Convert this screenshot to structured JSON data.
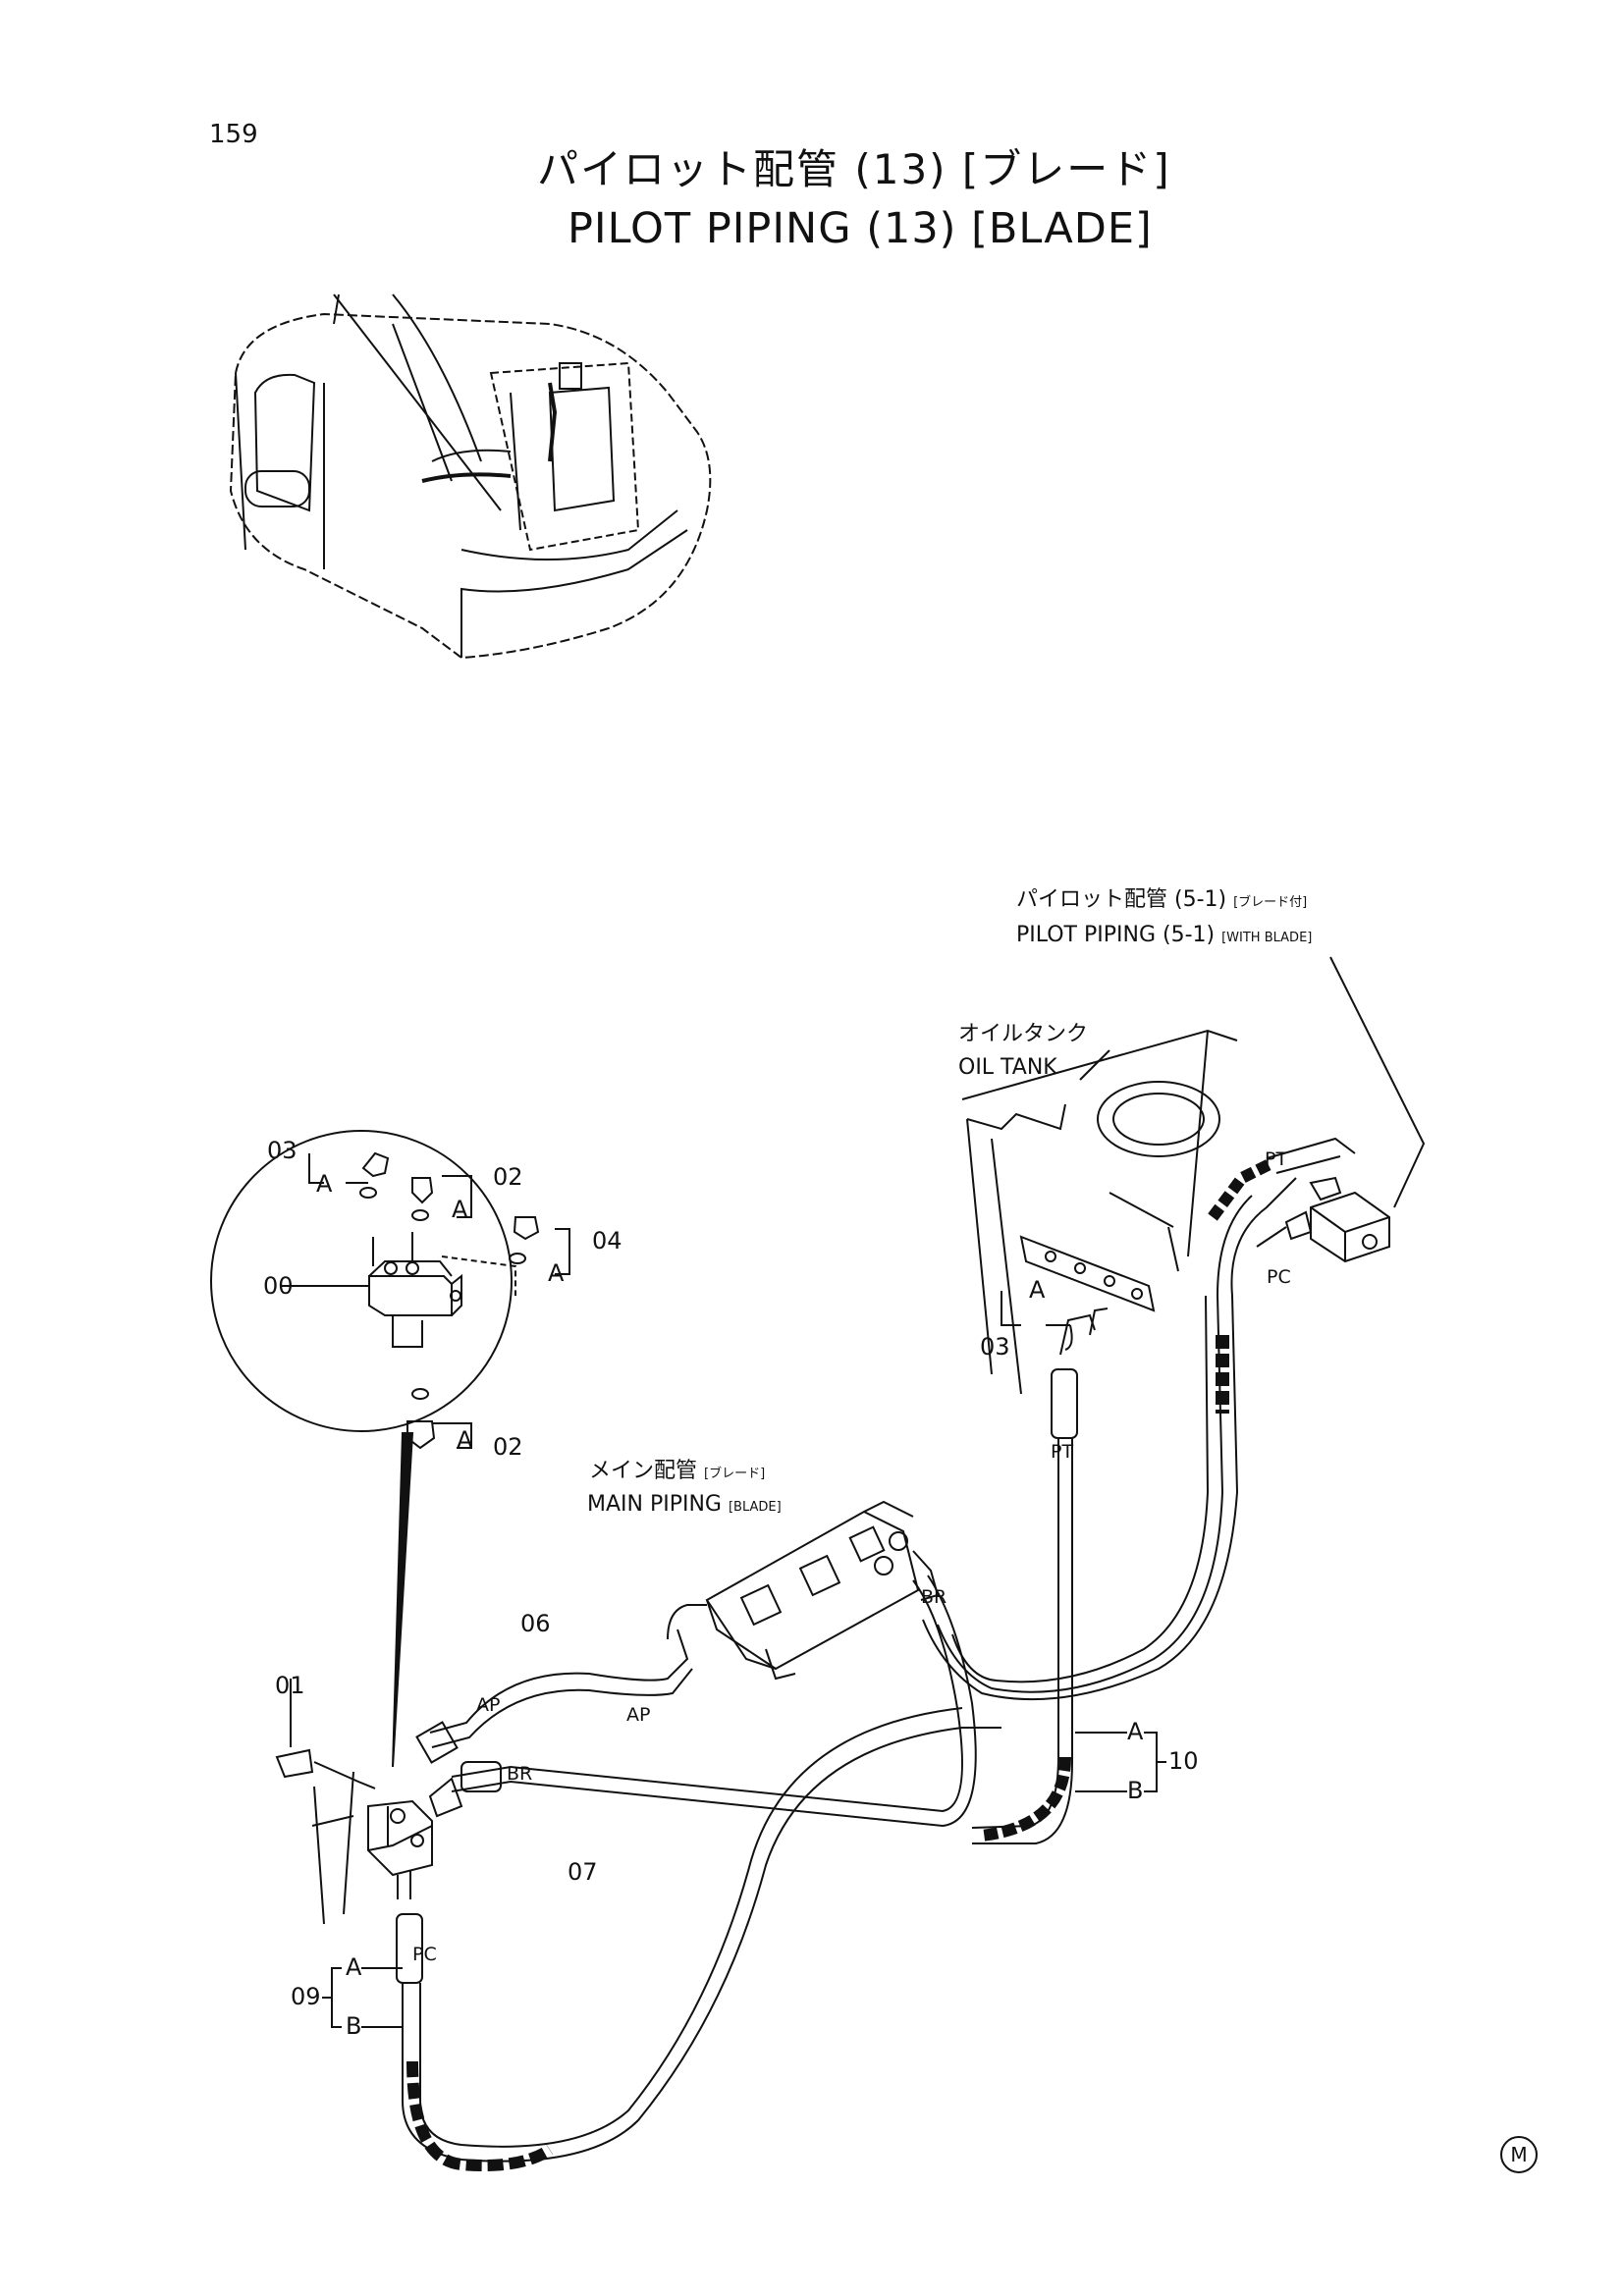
{
  "page_number": "159",
  "title": {
    "jp": "パイロット配管 (13) [ブレード]",
    "en": "PILOT PIPING (13) [BLADE]"
  },
  "callouts": {
    "pilot_piping_5_1": {
      "jp": "パイロット配管 (5-1)",
      "jp_note": "[ブレード付]",
      "en": "PILOT PIPING (5-1)",
      "en_note": "[WITH BLADE]"
    },
    "oil_tank": {
      "jp": "オイルタンク",
      "en": "OIL TANK"
    },
    "main_piping": {
      "jp": "メイン配管",
      "jp_note": "[ブレード]",
      "en": "MAIN PIPING",
      "en_note": "[BLADE]"
    }
  },
  "part_numbers": {
    "p00": "00",
    "p01": "01",
    "p02a": "02",
    "p02b": "02",
    "p03a": "03",
    "p03b": "03",
    "p04": "04",
    "p06": "06",
    "p07": "07",
    "p09": "09",
    "p10": "10"
  },
  "port_tags": {
    "ap1": "AP",
    "ap2": "AP",
    "br1": "BR",
    "br2": "BR",
    "pc1": "PC",
    "pc2": "PC",
    "pt1": "PT",
    "pt2": "PT"
  },
  "letters": {
    "a1": "A",
    "a2": "A",
    "a3": "A",
    "a4": "A",
    "a5": "A",
    "a6": "A",
    "a7": "A",
    "b1": "B",
    "b2": "B"
  },
  "mark": "M"
}
